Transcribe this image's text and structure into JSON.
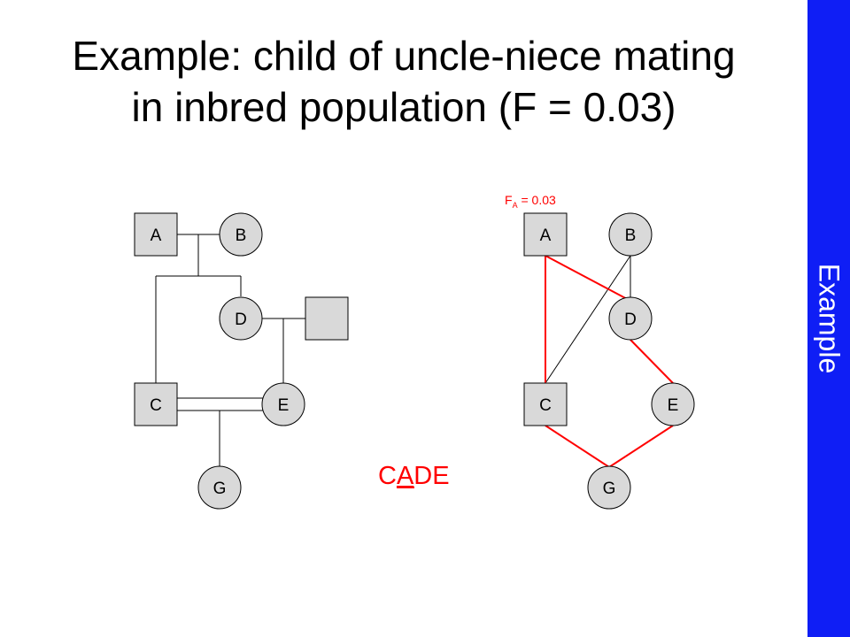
{
  "title": {
    "line1": "Example:  child of uncle-niece mating",
    "line2": "in inbred population (F = 0.03)"
  },
  "sidebar": {
    "label": "Example"
  },
  "left_pedigree": {
    "nodes": {
      "A": "A",
      "B": "B",
      "C": "C",
      "D": "D",
      "E": "E",
      "G": "G"
    }
  },
  "right_diagram": {
    "nodes": {
      "A": "A",
      "B": "B",
      "C": "C",
      "D": "D",
      "E": "E",
      "G": "G"
    },
    "fa_annotation": {
      "prefix": "F",
      "subscript": "A",
      "suffix": " = 0.03"
    }
  },
  "path": {
    "before": "C",
    "common_ancestor": "A",
    "after": "DE"
  },
  "colors": {
    "path": "#ff0000",
    "node_fill": "#d9d9d9",
    "sidebar": "#0f1ef5"
  }
}
